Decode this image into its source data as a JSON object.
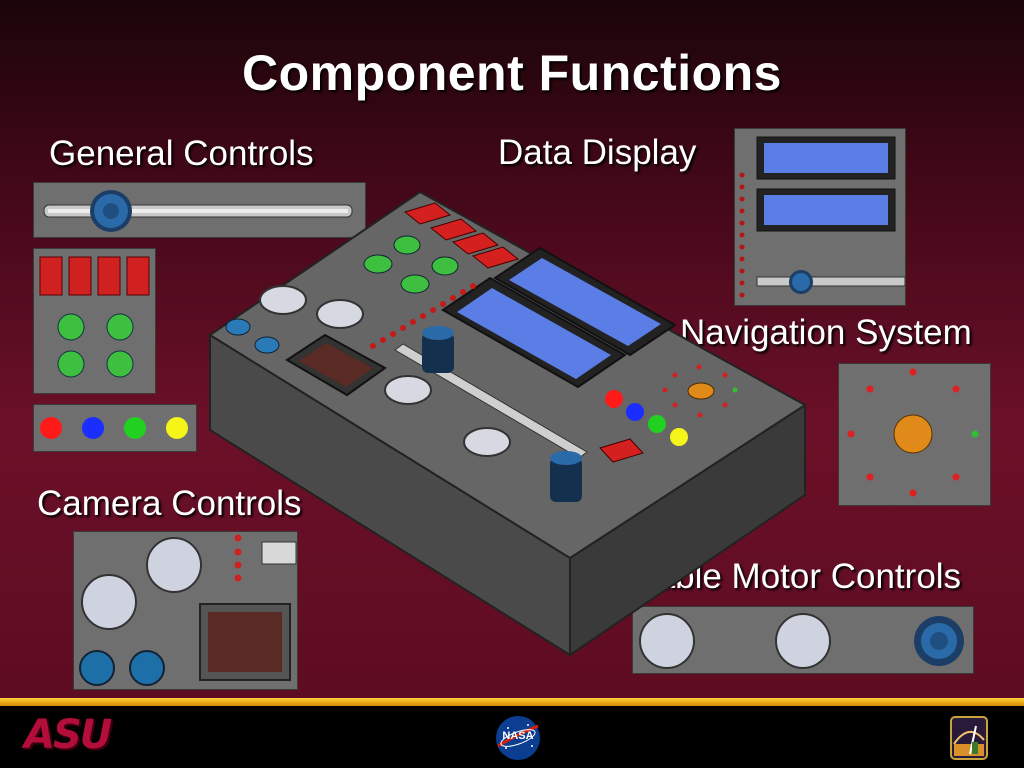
{
  "slide": {
    "title": "Component Functions"
  },
  "labels": {
    "general_controls": "General Controls",
    "data_display": "Data Display",
    "navigation_system": "Navigation System",
    "camera_controls": "Camera Controls",
    "variable_motor_controls": "Variable Motor Controls"
  },
  "footer": {
    "left_logo_text": "ASU",
    "center_logo_text": "NASA"
  },
  "colors": {
    "background": "#6b1028",
    "panel": "#6f6f6f",
    "lcd": "#5a7ee6",
    "accent_orange": "#e08a1a",
    "footer_bar": "#f2b51a"
  },
  "led_colors": [
    "red",
    "blue",
    "green",
    "yellow"
  ]
}
